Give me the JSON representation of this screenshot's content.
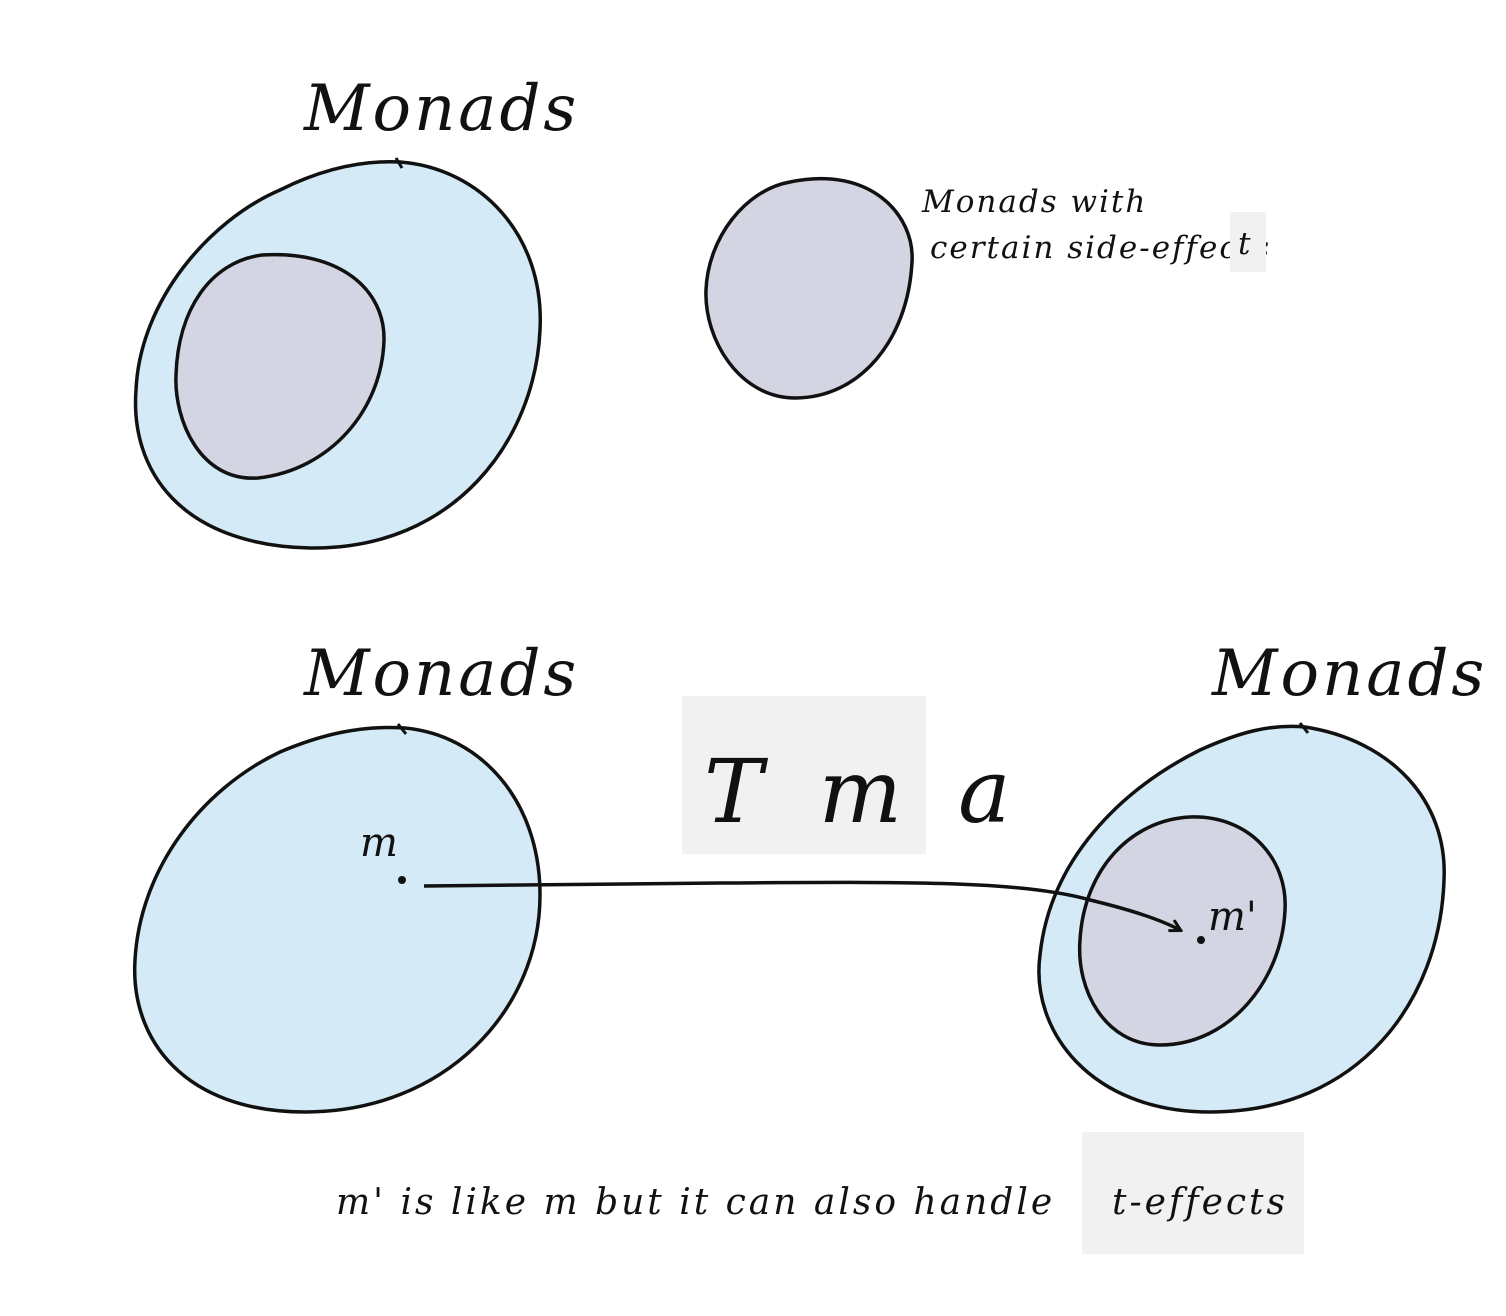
{
  "colors": {
    "monads": "#d4ebf7",
    "subset": "#d4d5e2",
    "highlight": "#f1f1f1",
    "ink": "#111111"
  },
  "top": {
    "left_label": "Monads",
    "subset_note_line1": "Monads with",
    "subset_note_line2": "certain side-effects",
    "subset_note_t": "t"
  },
  "bottom": {
    "left_label": "Monads",
    "right_label": "Monads",
    "transformer_label": "T m a",
    "point_m": "m",
    "point_m_prime": "m'"
  },
  "caption": {
    "text": "m' is like m but it can also handle",
    "highlight": "t-effects"
  }
}
